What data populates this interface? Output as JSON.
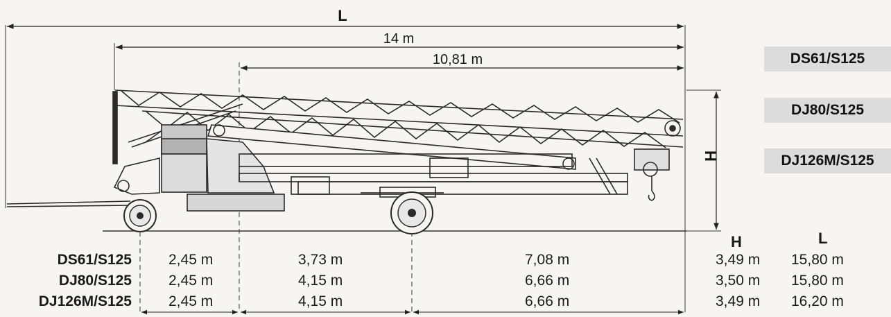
{
  "dimensions": {
    "total_length_label": "L",
    "jib_length_label": "14 m",
    "reach_label": "10,81 m",
    "height_label": "H"
  },
  "models": [
    "DS61/S125",
    "DJ80/S125",
    "DJ126M/S125"
  ],
  "table": {
    "header_h": "H",
    "header_l": "L",
    "rows": [
      {
        "model": "DS61/S125",
        "seg1": "2,45 m",
        "seg2": "3,73 m",
        "seg3": "7,08 m",
        "h": "3,49 m",
        "l": "15,80 m"
      },
      {
        "model": "DJ80/S125",
        "seg1": "2,45 m",
        "seg2": "4,15 m",
        "seg3": "6,66 m",
        "h": "3,50 m",
        "l": "15,80 m"
      },
      {
        "model": "DJ126M/S125",
        "seg1": "2,45 m",
        "seg2": "4,15 m",
        "seg3": "6,66 m",
        "h": "3,49 m",
        "l": "16,20 m"
      }
    ]
  }
}
